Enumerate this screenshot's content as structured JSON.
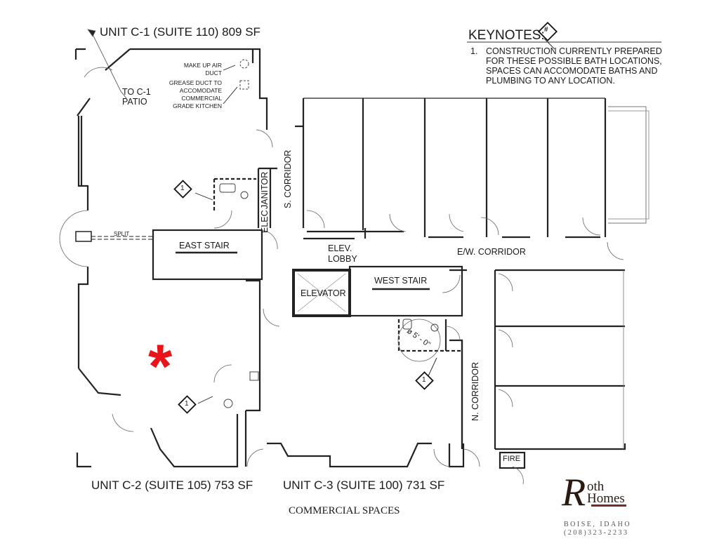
{
  "units": {
    "c1": "UNIT C-1 (SUITE 110) 809 SF",
    "c2": "UNIT C-2 (SUITE 105) 753 SF",
    "c3": "UNIT C-3 (SUITE 100) 731 SF"
  },
  "keynotes": {
    "title": "KEYNOTES:",
    "symbol": "#",
    "items": [
      {
        "number": "1.",
        "lines": [
          "CONSTRUCTION CURRENTLY PREPARED",
          "FOR THESE POSSIBLE BATH LOCATIONS,",
          "SPACES CAN ACCOMODATE BATHS AND",
          "PLUMBING TO ANY LOCATION."
        ]
      }
    ]
  },
  "annotations": {
    "patio": [
      "TO C-1",
      "PATIO"
    ],
    "make_up_air": [
      "MAKE UP AIR",
      "DUCT"
    ],
    "grease_duct": [
      "GREASE DUCT TO",
      "ACCOMODATE",
      "COMMERCIAL",
      "GRADE KITCHEN"
    ],
    "split": "SPLIT",
    "turning_radius": "ø 5' - 0\"",
    "keynote_marker": "1"
  },
  "rooms": {
    "east_stair": "EAST STAIR",
    "west_stair": "WEST STAIR",
    "elevator": "ELEVATOR",
    "elev_lobby": [
      "ELEV.",
      "LOBBY"
    ],
    "ew_corridor": "E/W. CORRIDOR",
    "s_corridor": "S. CORRIDOR",
    "n_corridor": "N. CORRIDOR",
    "janitor": "JANITOR",
    "elec": "ELEC",
    "fire": "FIRE"
  },
  "marker": {
    "symbol": "*",
    "color": "#e8141a"
  },
  "footer": {
    "title": "COMMERCIAL SPACES"
  },
  "logo": {
    "initial": "R",
    "name_top": "oth",
    "name_bottom": "Homes",
    "city": "BOISE, IDAHO",
    "phone": "(208)323-2233",
    "accent": "#7a2a2a"
  }
}
